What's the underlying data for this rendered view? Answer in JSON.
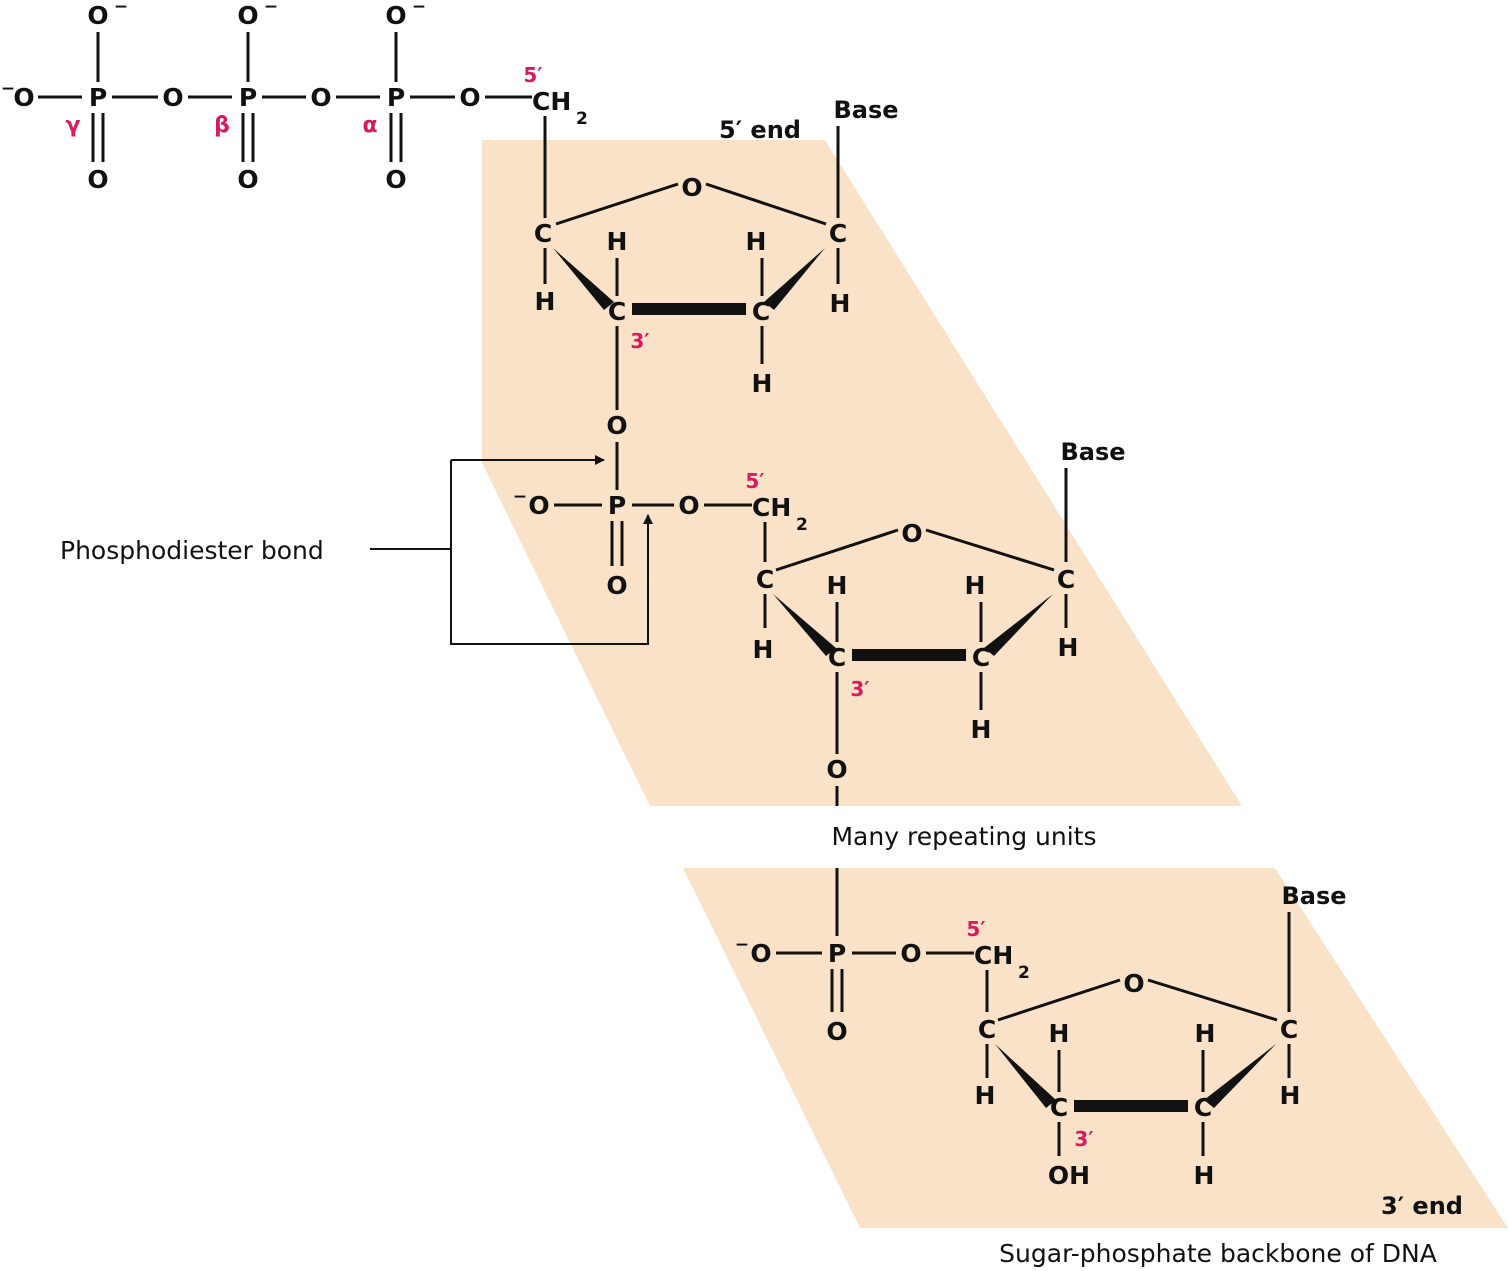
{
  "colors": {
    "panel": "#f9e2c8",
    "ink": "#111111",
    "accent": "#d81b60"
  },
  "atoms": {
    "O": "O",
    "P": "P",
    "C": "C",
    "H": "H",
    "OH": "OH",
    "CH": "CH",
    "sub2": "2",
    "minus": "−"
  },
  "greek": {
    "gamma": "γ",
    "beta": "β",
    "alpha": "α"
  },
  "positions": {
    "five_prime": "5′",
    "three_prime": "3′"
  },
  "labels": {
    "five_end": "5′ end",
    "three_end": "3′ end",
    "base": "Base",
    "phosphodiester": "Phosphodiester bond",
    "repeating": "Many repeating units",
    "caption": "Sugar-phosphate backbone of DNA"
  }
}
